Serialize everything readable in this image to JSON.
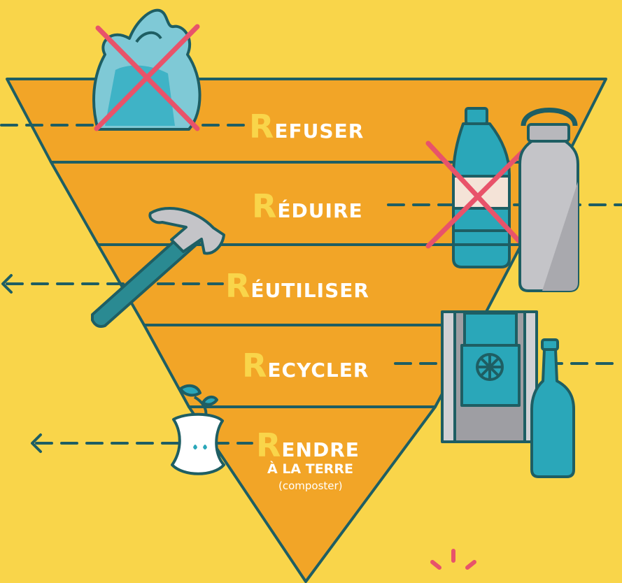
{
  "colors": {
    "background": "#F9D54A",
    "tier_fill": "#F2A527",
    "outline": "#1E5E63",
    "label_text": "#FFFFFF",
    "accent_letter": "#F9D54A",
    "teal": "#2AA7B9",
    "cross": "#E8536A",
    "grey": "#C4C4C8"
  },
  "tiers": [
    {
      "first": "R",
      "rest": "efuser",
      "arrow": "left-line"
    },
    {
      "first": "R",
      "rest": "éduire",
      "arrow": "right-line"
    },
    {
      "first": "R",
      "rest": "éutiliser",
      "arrow": "left"
    },
    {
      "first": "R",
      "rest": "ecycler",
      "arrow": "right-line"
    },
    {
      "first": "R",
      "rest": "endre",
      "arrow": "left"
    }
  ],
  "last_tier_subtitle": "À la terre",
  "last_tier_note": "(composter)",
  "icons": [
    "plastic-bag-icon",
    "plastic-bottle-icon",
    "steel-bottle-icon",
    "hammer-icon",
    "recycling-bin-icon",
    "glass-bottle-icon",
    "apple-core-icon",
    "sparkle-icon"
  ]
}
